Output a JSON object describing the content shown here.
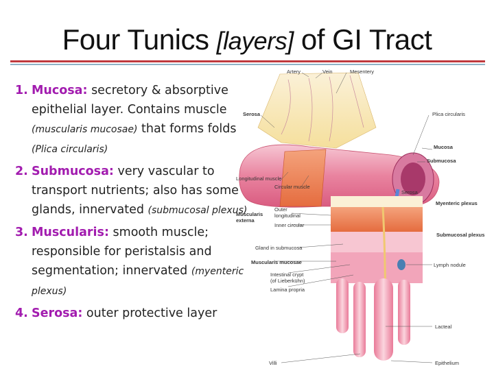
{
  "slide": {
    "title": {
      "part1": "Four Tunics ",
      "italic": "[layers]",
      "part2": " of GI Tract"
    },
    "colors": {
      "accent_term": "#a21caf",
      "rule_red": "#c0393d",
      "rule_blue": "#8fb2c6",
      "text": "#222222"
    }
  },
  "list": {
    "items": [
      {
        "number": "1.",
        "term": "Mucosa:",
        "line1": " secretory & absorptive epithelial layer.  Contains muscle ",
        "paren1": "(muscularis mucosae)",
        "line2": " that forms folds ",
        "paren2": "(Plica circularis)"
      },
      {
        "number": "2.",
        "term": "Submucosa:",
        "line1": " very vascular to transport nutrients; also has some glands, innervated ",
        "paren1": "(submucosal plexus)"
      },
      {
        "number": "3.",
        "term": "Muscularis:",
        "line1": " smooth muscle; responsible for peristalsis and segmentation; innervated ",
        "paren1": "(myenteric plexus)"
      },
      {
        "number": "4.",
        "term": "Serosa:",
        "line1": " outer protective layer"
      }
    ]
  },
  "diagram": {
    "top_labels": {
      "artery": "Artery",
      "vein": "Vein",
      "mesentery": "Mesentery",
      "serosa": "Serosa",
      "plica_circularis": "Plica circularis",
      "mucosa": "Mucosa",
      "submucosa": "Submucosa",
      "longitudinal_muscle": "Longitudinal muscle",
      "circular_muscle": "Circular muscle"
    },
    "bottom_labels": {
      "serosa": "Serosa",
      "myenteric_plexus": "Myenteric plexus",
      "muscularis_externa": "Muscularis externa",
      "outer_longitudinal": "Outer longitudinal",
      "inner_circular": "Inner circular",
      "submucosal_plexus": "Submucosal plexus",
      "gland_in_submucosa": "Gland in submucosa",
      "muscularis_mucosae": "Muscularis mucosae",
      "lymph_nodule": "Lymph nodule",
      "intestinal_crypt": "Intestinal crypt",
      "intestinal_crypt_sub": "(of Lieberkühn)",
      "lamina_propria": "Lamina propria",
      "lacteal": "Lacteal",
      "villi": "Villi",
      "epithelium": "Epithelium"
    }
  }
}
